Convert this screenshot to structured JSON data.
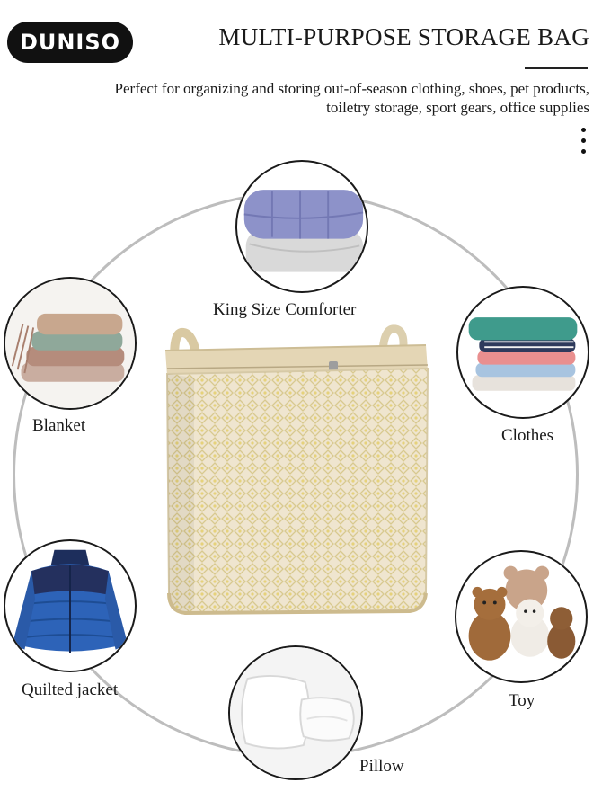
{
  "brand": {
    "logo_text": "DUNISO"
  },
  "header": {
    "title": "MULTI-PURPOSE STORAGE BAG",
    "subtitle_line1": "Perfect for organizing and storing out-of-season clothing, shoes, pet products,",
    "subtitle_line2": "toiletry storage, sport gears, office supplies"
  },
  "items": {
    "comforter": {
      "label": "King Size Comforter",
      "icon": "comforter-icon"
    },
    "blanket": {
      "label": "Blanket",
      "icon": "blanket-icon"
    },
    "clothes": {
      "label": "Clothes",
      "icon": "clothes-icon"
    },
    "jacket": {
      "label": "Quilted jacket",
      "icon": "jacket-icon"
    },
    "toy": {
      "label": "Toy",
      "icon": "teddy-bear-icon"
    },
    "pillow": {
      "label": "Pillow",
      "icon": "pillow-icon"
    }
  },
  "colors": {
    "ring": "#bdbdbd",
    "bag_base": "#efe5cf",
    "bag_pattern": "#d8c98f",
    "comforter": "#8d92c9",
    "jacket": "#2d63b8"
  }
}
